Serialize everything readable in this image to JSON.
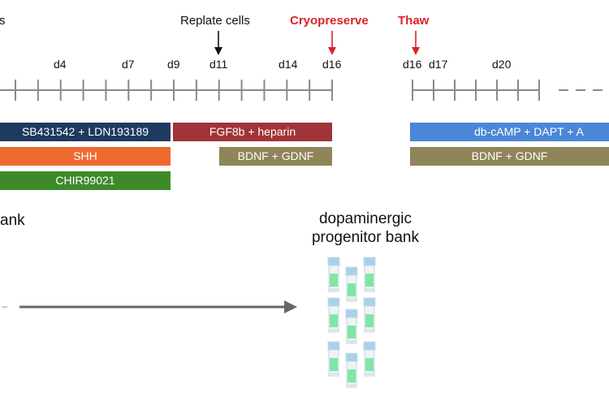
{
  "timeline_1": {
    "days": [
      "d4",
      "d7",
      "d9",
      "d11",
      "d14",
      "d16"
    ]
  },
  "timeline_2": {
    "days": [
      "d16",
      "d17",
      "d20"
    ]
  },
  "events": {
    "left_cut": "s",
    "replate": "Replate cells",
    "cryopreserve": "Cryopreserve",
    "thaw": "Thaw"
  },
  "bars": {
    "sb_ldn": "SB431542 + LDN193189",
    "shh": "SHH",
    "chir": "CHIR99021",
    "fgf8b": "FGF8b + heparin",
    "bdnf_gdnf_1": "BDNF + GDNF",
    "db_camp": "db-cAMP + DAPT + A",
    "bdnf_gdnf_2": "BDNF + GDNF"
  },
  "labels": {
    "left_bank_cut": "ank",
    "progenitor_bank_line1": "dopaminergic",
    "progenitor_bank_line2": "progenitor bank"
  },
  "colors": {
    "navy": "#1f3a5f",
    "orange": "#ef6a2f",
    "green": "#3d8a2b",
    "maroon": "#a13439",
    "olive": "#8f8558",
    "blue": "#4a87d6",
    "red_text": "#d9232a",
    "vial_liquid": "#7fe6a4",
    "vial_cap": "#a9d1ea"
  }
}
